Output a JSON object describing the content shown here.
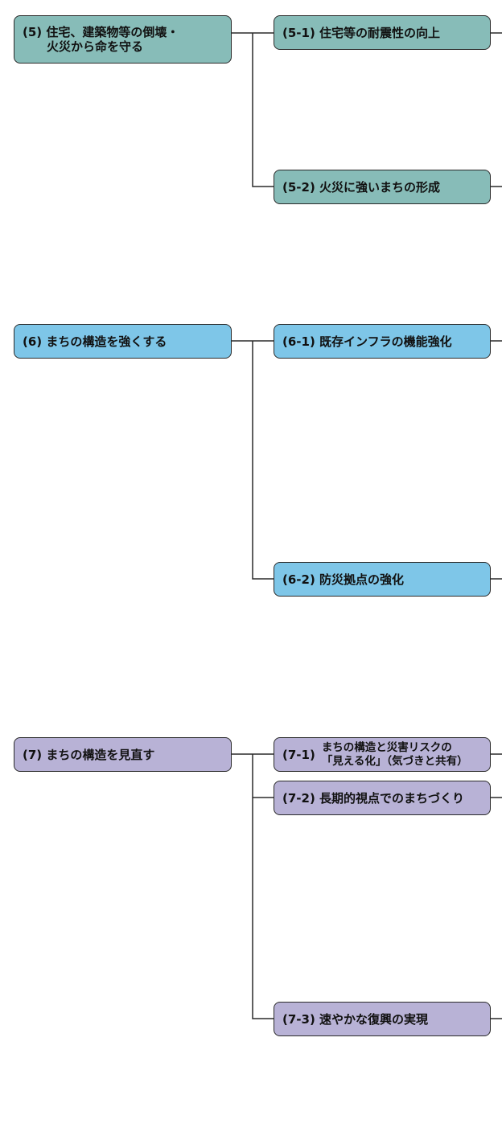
{
  "groups": [
    {
      "parent": {
        "line1": "(5) 住宅、建築物等の倒壊・",
        "line2": "火災から命を守る"
      },
      "children": [
        {
          "label": "(5-1) 住宅等の耐震性の向上"
        },
        {
          "label": "(5-2) 火災に強いまちの形成"
        }
      ]
    },
    {
      "parent": {
        "line1": "(6) まちの構造を強くする"
      },
      "children": [
        {
          "label": "(6-1) 既存インフラの機能強化"
        },
        {
          "label": "(6-2) 防災拠点の強化"
        }
      ]
    },
    {
      "parent": {
        "line1": "(7) まちの構造を見直す"
      },
      "children": [
        {
          "num": "(7-1)",
          "line1": "まちの構造と災害リスクの",
          "line2": "「見える化」（気づきと共有）"
        },
        {
          "label": "(7-2) 長期的視点でのまちづくり"
        },
        {
          "label": "(7-3) 速やかな復興の実現"
        }
      ]
    }
  ],
  "colors": {
    "group5": "#87bcb8",
    "group6": "#7ec6e8",
    "group7": "#b8b2d6",
    "line": "#2a2a2a"
  }
}
